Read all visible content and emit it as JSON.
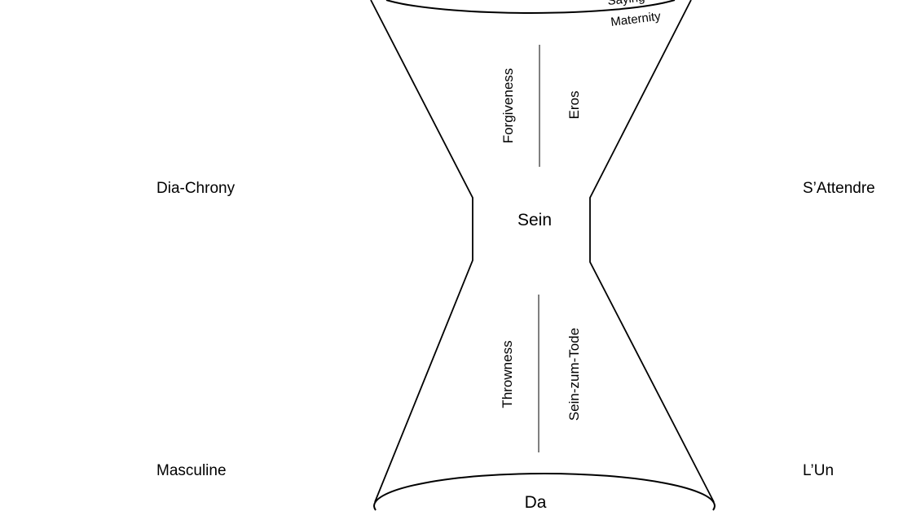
{
  "diagram": {
    "top_labels": {
      "saying": "Saying",
      "maternity": "Maternity"
    },
    "upper_pair": {
      "left": "Forgiveness",
      "right": "Eros"
    },
    "center": "Sein",
    "lower_pair": {
      "left": "Throwness",
      "right": "Sein-zum-Tode"
    },
    "bottom": "Da",
    "side_labels": {
      "upper_left": "Dia-Chrony",
      "upper_right": "S’Attendre",
      "lower_left": "Masculine",
      "lower_right": "L’Un"
    },
    "colors": {
      "stroke": "#000000",
      "divider": "#808080"
    }
  }
}
